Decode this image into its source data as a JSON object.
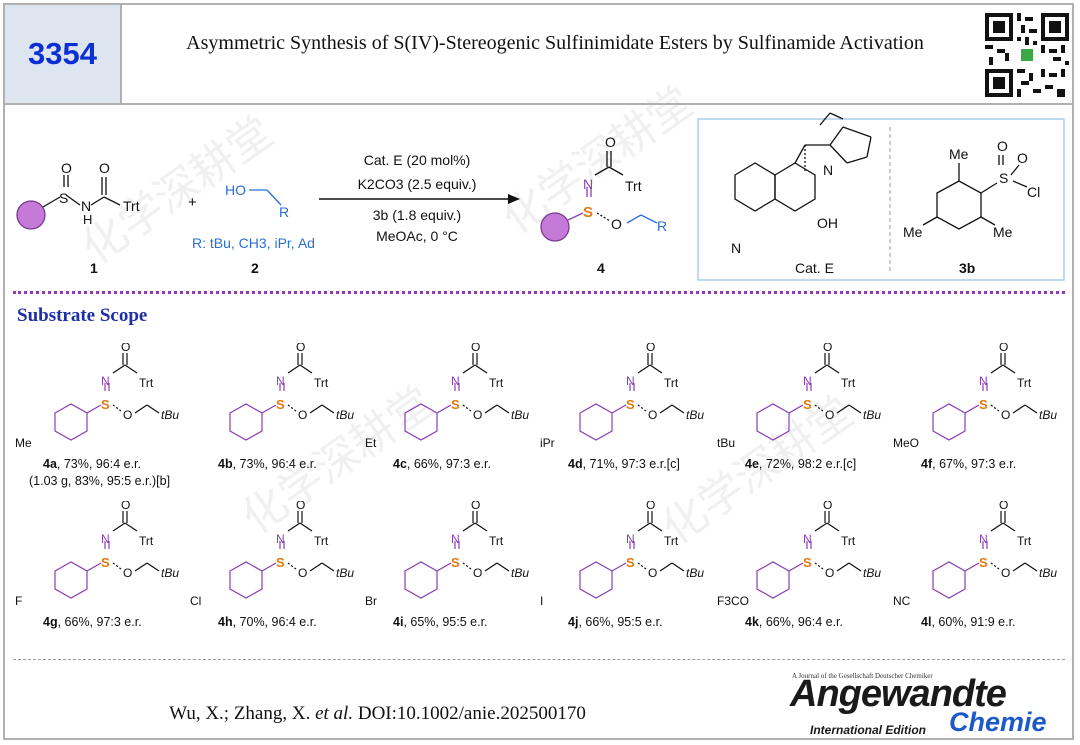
{
  "header": {
    "number": "3354",
    "title": "Asymmetric Synthesis of S(IV)-Stereogenic Sulfinimidate Esters by Sulfinamide Activation"
  },
  "scheme": {
    "c1_label": "1",
    "c2_label": "2",
    "c4_label": "4",
    "plus": "+",
    "r_options": "R: tBu, CH3, iPr, Ad",
    "cond1": "Cat. E (20 mol%)",
    "cond2": "K2CO3 (2.5 equiv.)",
    "cond3": "3b (1.8 equiv.)",
    "cond4": "MeOAc, 0 °C",
    "catE_label": "Cat. E",
    "c3b_label": "3b"
  },
  "section": {
    "title": "Substrate Scope"
  },
  "substrates": [
    {
      "id": "4a",
      "sub": "Me",
      "text": ", 73%, 96:4 e.r.",
      "note": "(1.03 g, 83%, 95:5 e.r.)[b]"
    },
    {
      "id": "4b",
      "sub": "",
      "text": ", 73%, 96:4 e.r.",
      "note": ""
    },
    {
      "id": "4c",
      "sub": "Et",
      "text": ", 66%, 97:3  e.r.",
      "note": ""
    },
    {
      "id": "4d",
      "sub": "iPr",
      "text": ", 71%, 97:3 e.r.[c]",
      "note": ""
    },
    {
      "id": "4e",
      "sub": "tBu",
      "text": ", 72%, 98:2 e.r.[c]",
      "note": ""
    },
    {
      "id": "4f",
      "sub": "MeO",
      "text": ", 67%, 97:3 e.r.",
      "note": ""
    },
    {
      "id": "4g",
      "sub": "F",
      "text": ", 66%, 97:3 e.r.",
      "note": ""
    },
    {
      "id": "4h",
      "sub": "Cl",
      "text": ", 70%, 96:4 e.r.",
      "note": ""
    },
    {
      "id": "4i",
      "sub": "Br",
      "text": ", 65%, 95:5 e.r.",
      "note": ""
    },
    {
      "id": "4j",
      "sub": "I",
      "text": ", 66%, 95:5 e.r.",
      "note": ""
    },
    {
      "id": "4k",
      "sub": "F3CO",
      "text": ", 66%, 96:4 e.r.",
      "note": ""
    },
    {
      "id": "4l",
      "sub": "NC",
      "text": ", 60%, 91:9 e.r.",
      "note": ""
    }
  ],
  "citation": {
    "authors": "Wu, X.; Zhang, X. ",
    "etal": "et al.",
    "doi": " DOI:10.1002/anie.202500170"
  },
  "journal": {
    "tagline": "A Journal of the Gesellschaft Deutscher Chemiker",
    "name": "Angewandte",
    "edition": "International Edition",
    "chemie": "Chemie"
  },
  "colors": {
    "header_blue": "#0b2fd4",
    "purple": "#8a3fb3",
    "orange_S": "#e07a12",
    "r_blue": "#2a6fd6",
    "section_title": "#1d2fa6"
  }
}
